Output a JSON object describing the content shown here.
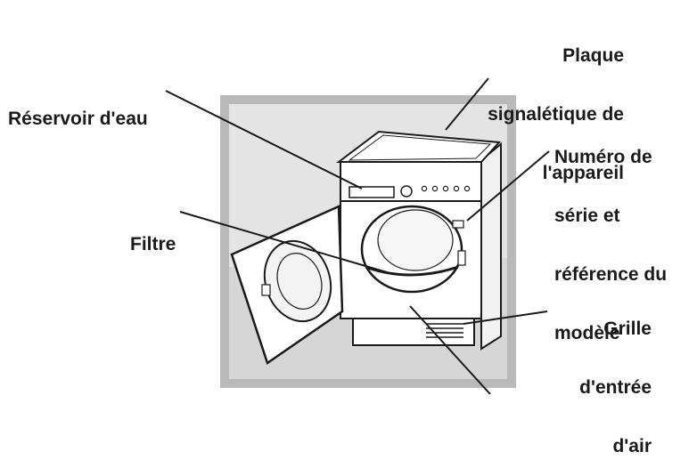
{
  "labels": {
    "plaque": [
      "Plaque",
      "signalétique de",
      "l'appareil"
    ],
    "reservoir": [
      "Réservoir d'eau"
    ],
    "numero": [
      "Numéro de",
      "série et",
      "référence du",
      "modèle"
    ],
    "filtre": [
      "Filtre"
    ],
    "grille": [
      "Grille",
      "d'entrée",
      "d'air"
    ]
  },
  "colors": {
    "frame": "#b9b9b9",
    "floor": "#d6d6d6",
    "outline": "#1a1a1a",
    "body": "#ffffff"
  },
  "icons": [
    "dryer-illustration"
  ]
}
